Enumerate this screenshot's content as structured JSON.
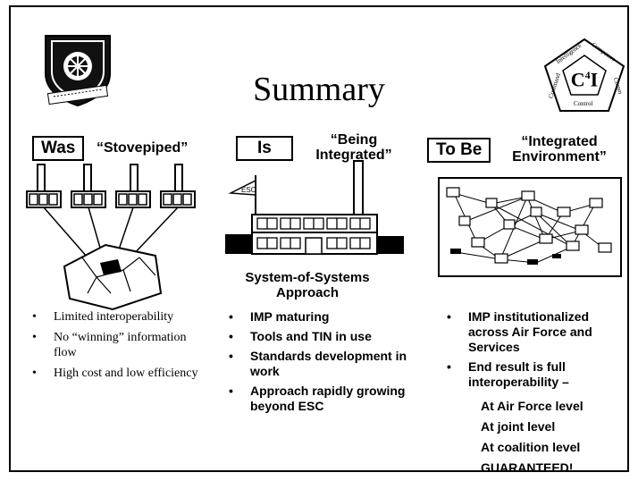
{
  "title": "Summary",
  "logo_right": {
    "main": "C",
    "sup": "4",
    "main2": "I",
    "ring": [
      "Intelligence",
      "Computers",
      "Comm",
      "Control",
      "Command"
    ]
  },
  "columns": [
    {
      "box_label": "Was",
      "caption": "“Stovepiped”",
      "bullets": [
        "Limited interoperability",
        "No “winning” information flow",
        "High cost and low efficiency"
      ]
    },
    {
      "box_label": "Is",
      "caption_line1": "“Being",
      "caption_line2": "Integrated”",
      "flag_text": "ESC",
      "subcaption_line1": "System-of-Systems",
      "subcaption_line2": "Approach",
      "bullets": [
        "IMP maturing",
        "Tools and TIN in use",
        "Standards development in work",
        "Approach rapidly growing beyond ESC"
      ]
    },
    {
      "box_label": "To Be",
      "caption_line1": "“Integrated",
      "caption_line2": "Environment”",
      "bullets": [
        "IMP institutionalized across Air Force and Services",
        "End result is full interoperability –"
      ],
      "sub_items": [
        "At Air Force level",
        "At joint level",
        "At coalition level",
        "GUARANTEED!"
      ]
    }
  ]
}
